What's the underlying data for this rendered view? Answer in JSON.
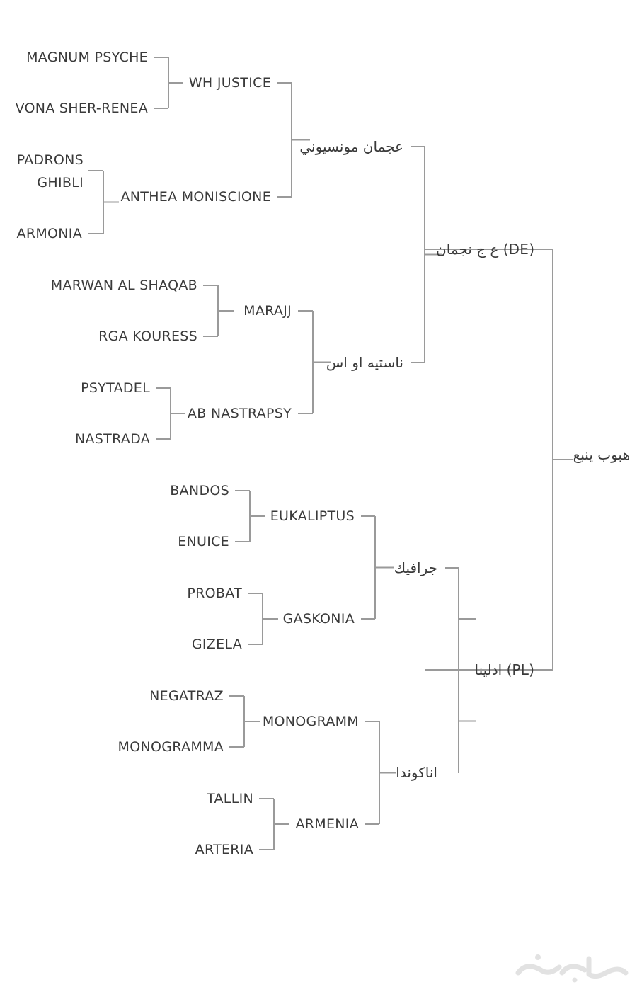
{
  "colors": {
    "text": "#3a3a3a",
    "line": "#9a9a9a",
    "watermark": "#e2e2e2"
  },
  "pedigree": {
    "root": "هبوب ينبع",
    "sire": "ع ج نجمان (DE)",
    "dam": "ادلينا (PL)",
    "sire_sire": "عجمان مونسيوني",
    "sire_dam": "ناستيه او اس",
    "dam_sire": "جرافيك",
    "dam_dam": "اناكوندا",
    "ggp": [
      "WH JUSTICE",
      "ANTHEA MONISCIONE",
      "MARAJJ",
      "AB NASTRAPSY",
      "EUKALIPTUS",
      "GASKONIA",
      "MONOGRAMM",
      "ARMENIA"
    ],
    "gggp": [
      "MAGNUM PSYCHE",
      "VONA SHER-RENEA",
      "GHIBLI",
      "ARMONIA",
      "MARWAN AL SHAQAB",
      "RGA KOURESS",
      "PSYTADEL",
      "NASTRADA",
      "BANDOS",
      "ENUICE",
      "PROBAT",
      "GIZELA",
      "NEGATRAZ",
      "MONOGRAMMA",
      "TALLIN",
      "ARTERIA"
    ],
    "extra": "PADRONS"
  },
  "watermark_icon": "haraj-logo-watermark"
}
